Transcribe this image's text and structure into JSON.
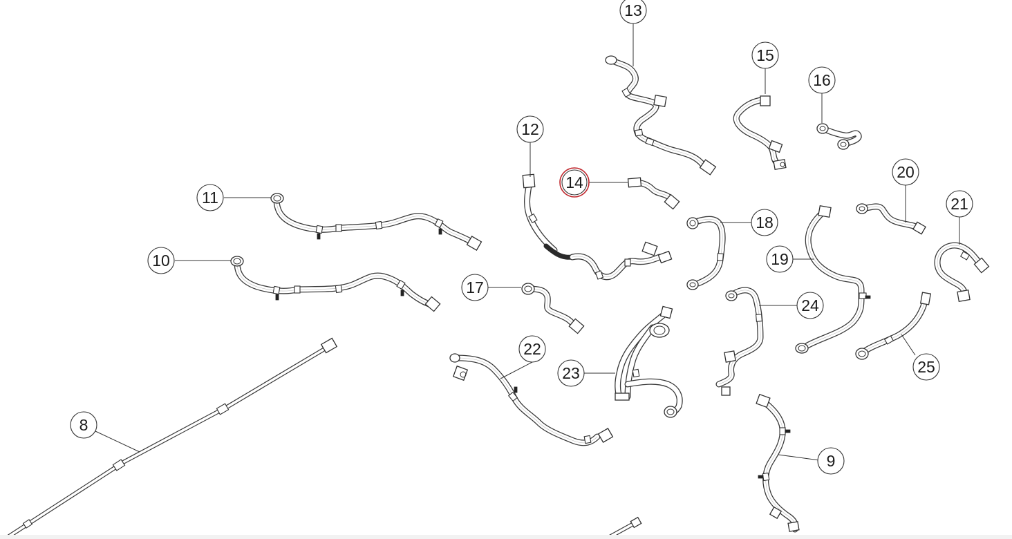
{
  "diagram": {
    "callouts": [
      {
        "id": "8",
        "label": "8",
        "highlighted": false
      },
      {
        "id": "9",
        "label": "9",
        "highlighted": false
      },
      {
        "id": "10",
        "label": "10",
        "highlighted": false
      },
      {
        "id": "11",
        "label": "11",
        "highlighted": false
      },
      {
        "id": "12",
        "label": "12",
        "highlighted": false
      },
      {
        "id": "13",
        "label": "13",
        "highlighted": false
      },
      {
        "id": "14",
        "label": "14",
        "highlighted": true
      },
      {
        "id": "15",
        "label": "15",
        "highlighted": false
      },
      {
        "id": "16",
        "label": "16",
        "highlighted": false
      },
      {
        "id": "17",
        "label": "17",
        "highlighted": false
      },
      {
        "id": "18",
        "label": "18",
        "highlighted": false
      },
      {
        "id": "19",
        "label": "19",
        "highlighted": false
      },
      {
        "id": "20",
        "label": "20",
        "highlighted": false
      },
      {
        "id": "21",
        "label": "21",
        "highlighted": false
      },
      {
        "id": "22",
        "label": "22",
        "highlighted": false
      },
      {
        "id": "23",
        "label": "23",
        "highlighted": false
      },
      {
        "id": "24",
        "label": "24",
        "highlighted": false
      },
      {
        "id": "25",
        "label": "25",
        "highlighted": false
      }
    ],
    "colors": {
      "line": "#333333",
      "highlight": "#c0272d",
      "background": "#ffffff"
    }
  }
}
